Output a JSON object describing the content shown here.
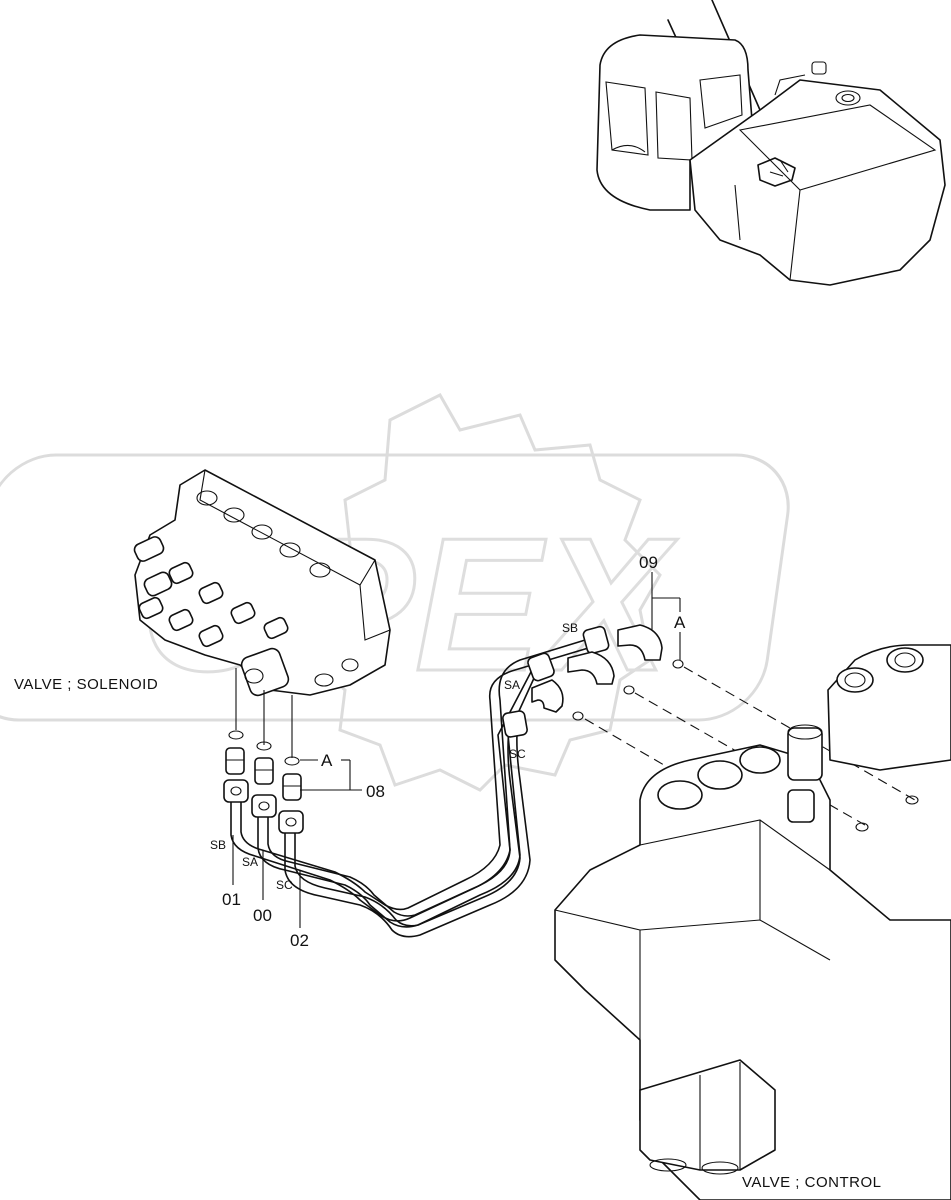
{
  "watermark": {
    "text": "OPEX"
  },
  "labels": {
    "valve_solenoid": "VALVE ; SOLENOID",
    "valve_control": "VALVE ; CONTROL",
    "ref_a_left": "A",
    "ref_a_right": "A",
    "part_00": "00",
    "part_01": "01",
    "part_02": "02",
    "part_08": "08",
    "part_09": "09",
    "port_sb_left": "SB",
    "port_sa_left": "SA",
    "port_sc_left": "SC",
    "port_sb_right": "SB",
    "port_sa_right": "SA",
    "port_sc_right": "SC"
  }
}
